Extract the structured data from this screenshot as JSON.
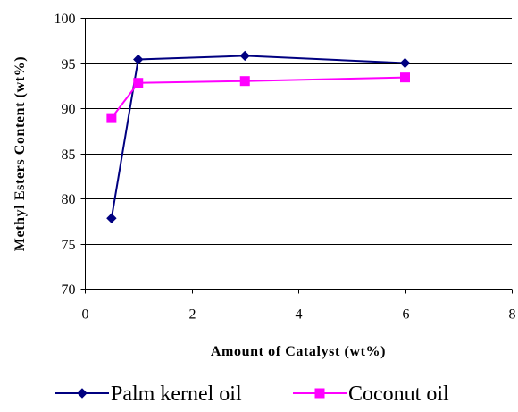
{
  "chart_data": {
    "type": "line",
    "title": "",
    "xlabel": "Amount of Catalyst (wt%)",
    "ylabel": "Methyl Esters Content (wt%)",
    "xlim": [
      0,
      8
    ],
    "ylim": [
      70,
      100
    ],
    "xticks": [
      0,
      2,
      4,
      6,
      8
    ],
    "yticks": [
      70,
      75,
      80,
      85,
      90,
      95,
      100
    ],
    "grid": "horizontal",
    "legend_position": "bottom",
    "series": [
      {
        "name": "Palm kernel oil",
        "color": "#000080",
        "marker": "diamond",
        "x": [
          0.5,
          1,
          3,
          6
        ],
        "y": [
          77.8,
          95.4,
          95.8,
          95.0
        ]
      },
      {
        "name": "Coconut oil",
        "color": "#ff00ff",
        "marker": "square",
        "x": [
          0.5,
          1,
          3,
          6
        ],
        "y": [
          88.9,
          92.8,
          93.0,
          93.4
        ]
      }
    ]
  }
}
